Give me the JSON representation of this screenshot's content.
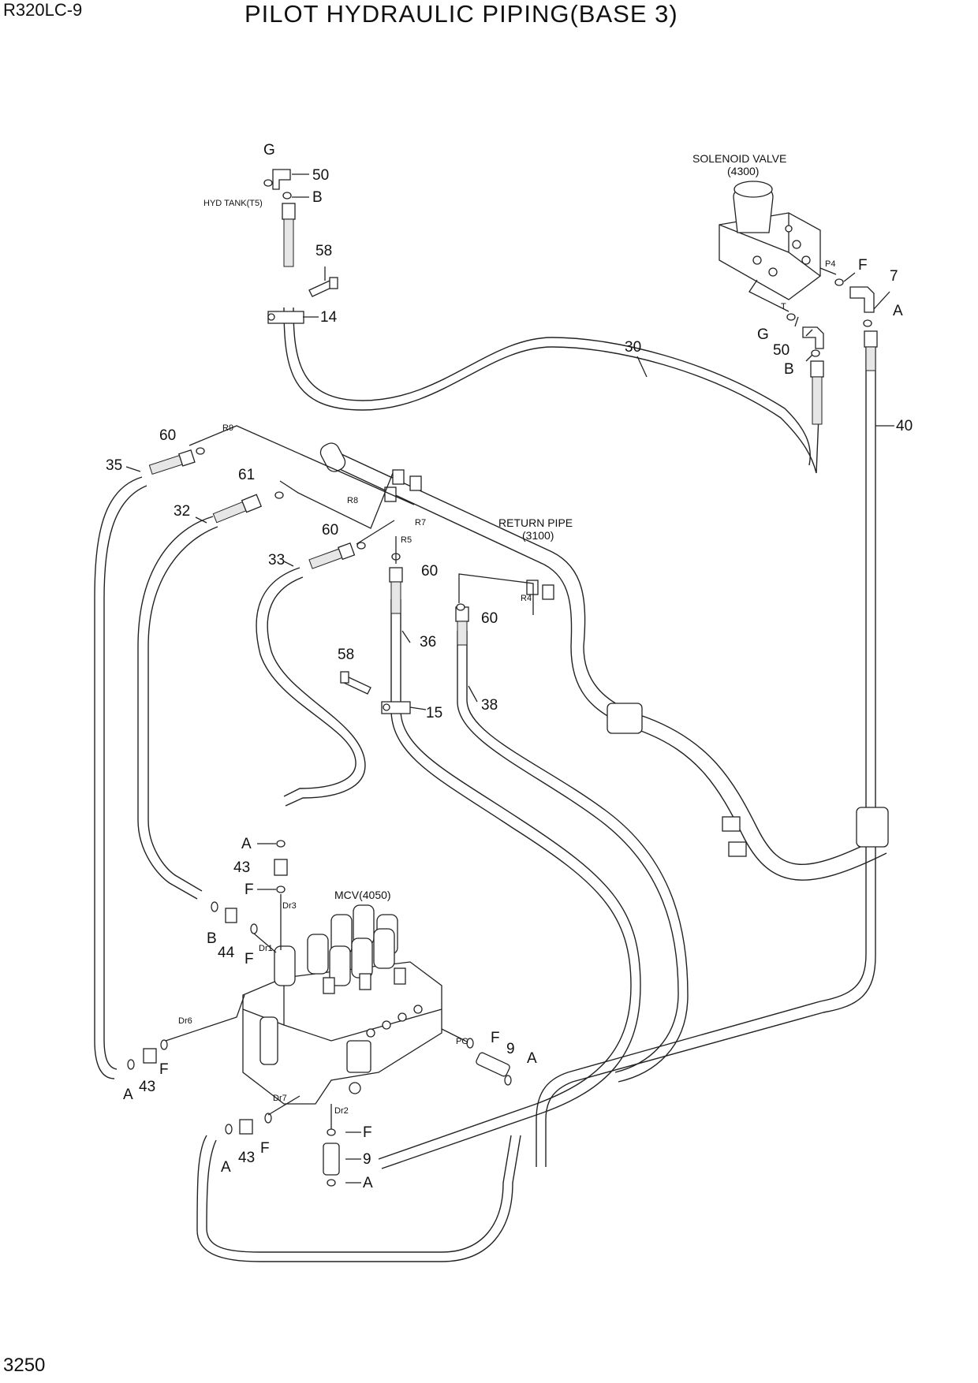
{
  "header": {
    "model": "R320LC-9",
    "title": "PILOT HYDRAULIC PIPING(BASE 3)"
  },
  "footer": {
    "page_number": "3250"
  },
  "components": {
    "solenoid_valve": "SOLENOID VALVE",
    "solenoid_valve_ref": "(4300)",
    "return_pipe": "RETURN PIPE",
    "return_pipe_ref": "(3100)",
    "mcv": "MCV(4050)",
    "hyd_tank": "HYD TANK(T5)"
  },
  "callouts": {
    "n50": "50",
    "n58": "58",
    "n14": "14",
    "n30": "30",
    "n7": "7",
    "n40": "40",
    "n60": "60",
    "n61": "61",
    "n35": "35",
    "n32": "32",
    "n33": "33",
    "n36": "36",
    "n38": "38",
    "n15": "15",
    "n43": "43",
    "n44": "44",
    "n9": "9"
  },
  "letters": {
    "G": "G",
    "B": "B",
    "F": "F",
    "A": "A"
  },
  "ports": {
    "P4": "P4",
    "T": "T",
    "R9": "R9",
    "R8": "R8",
    "R7": "R7",
    "R5": "R5",
    "R4": "R4",
    "Dr3": "Dr3",
    "Dr1": "Dr1",
    "Dr6": "Dr6",
    "Dr7": "Dr7",
    "Dr2": "Dr2",
    "PG": "PG"
  }
}
